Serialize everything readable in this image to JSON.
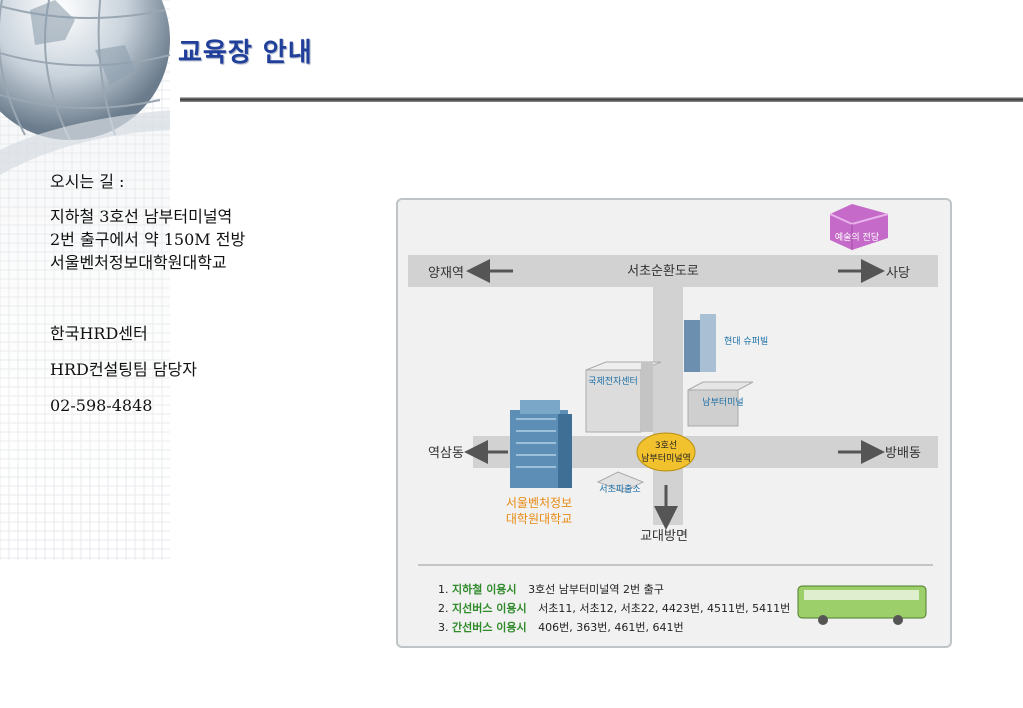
{
  "slide": {
    "title": "교육장 안내"
  },
  "info": {
    "directions_label": "오시는 길 :",
    "directions": [
      "지하철 3호선 남부터미널역",
      "2번 출구에서 약 150M 전방",
      "서울벤처정보대학원대학교"
    ],
    "org": "한국HRD센터",
    "team": "HRD컨설팅팀 담당자",
    "phone": "02-598-4848"
  },
  "map": {
    "top_road": "서초순환도로",
    "left_top": "양재역",
    "right_top": "사당",
    "left_mid": "역삼동",
    "right_mid": "방배동",
    "bottom": "교대방면",
    "arts_center": "예술의 전당",
    "hyundai": "현대 슈퍼빌",
    "electronics": "국제전자센터",
    "terminal": "남부터미널",
    "station_line1": "3호선",
    "station_line2": "남부터미널역",
    "police": "서초파출소",
    "university_line1": "서울벤처정보",
    "university_line2": "대학원대학교"
  },
  "legend": [
    {
      "num": "1.",
      "label": "지하철 이용시",
      "detail": "3호선 남부터미널역 2번 출구"
    },
    {
      "num": "2.",
      "label": "지선버스 이용시",
      "detail": "서초11, 서초12, 서초22, 4423번, 4511번, 5411번"
    },
    {
      "num": "3.",
      "label": "간선버스 이용시",
      "detail": "406번, 363번, 461번, 641번"
    }
  ],
  "colors": {
    "title": "#1f3f9a",
    "road": "#d2d2d2",
    "station": "#f2c12e",
    "bus": "#9ccf6a",
    "legend_label": "#2f8a2a",
    "university": "#e88a12",
    "map_label": "#1b6fa6"
  }
}
